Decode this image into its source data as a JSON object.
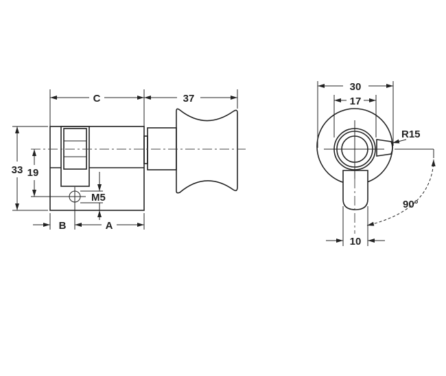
{
  "drawing": {
    "side_view": {
      "dim_c": "C",
      "dim_knob": "37",
      "dim_height": "33",
      "dim_hole_offset": "19",
      "dim_thread": "M5",
      "dim_b": "B",
      "dim_a": "A"
    },
    "front_view": {
      "dim_outer": "30",
      "dim_inner": "17",
      "dim_radius": "R15",
      "dim_angle": "90°",
      "dim_lever": "10"
    }
  }
}
